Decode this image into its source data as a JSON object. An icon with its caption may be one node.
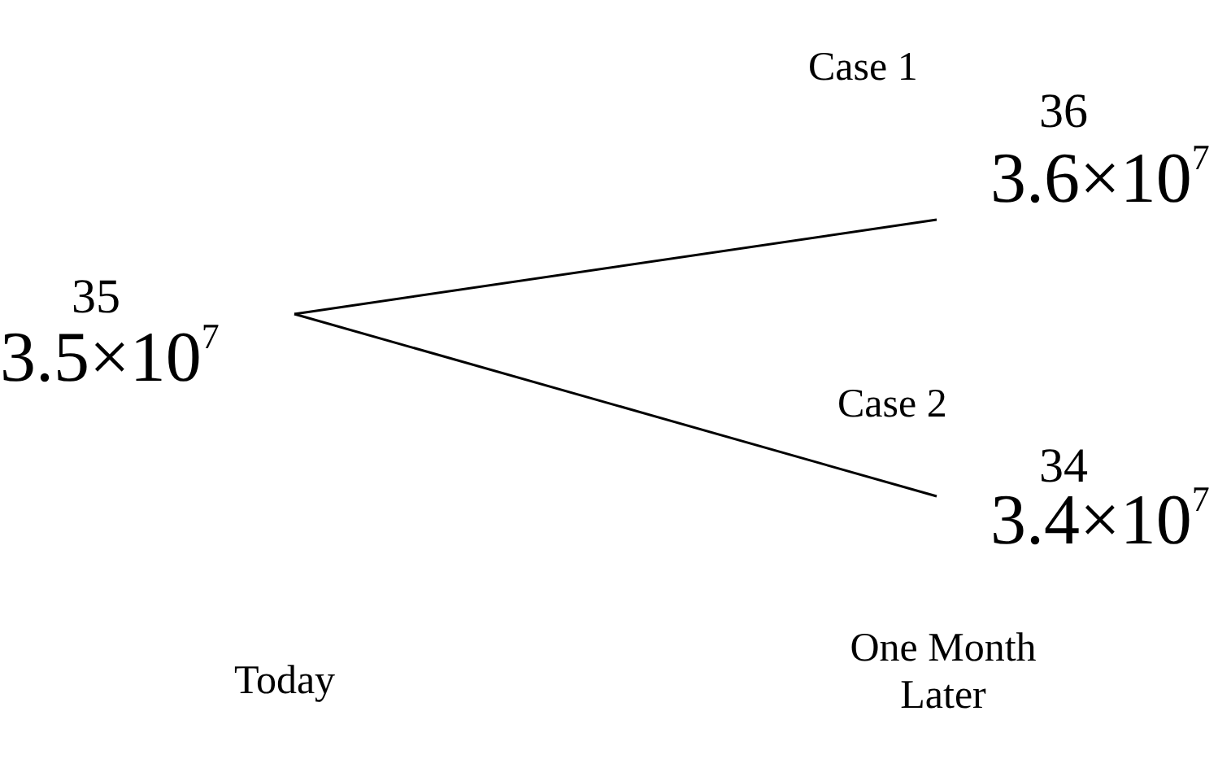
{
  "diagram": {
    "nodes": [
      {
        "text": [
          "35",
          "3.5×10$^{7}$"
        ]
      },
      {
        "text": [
          "36",
          "3.6×10$^{7}$"
        ]
      },
      {
        "text": [
          "34",
          "3.4×10$^{7}$"
        ]
      }
    ],
    "edges": [
      {
        "from": 0,
        "to": 1,
        "arrow": "none",
        "label": "Case 1"
      },
      {
        "from": 0,
        "to": 2,
        "arrow": "none",
        "label": "Case 2"
      }
    ],
    "labels": [
      "Today",
      "One Month Later"
    ]
  }
}
